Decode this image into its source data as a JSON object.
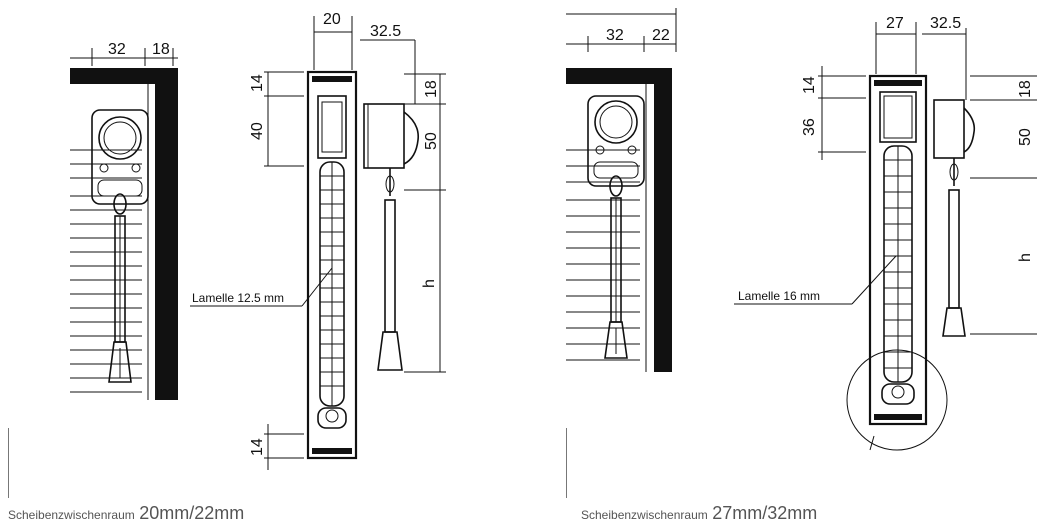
{
  "left_panel": {
    "dims": {
      "front_a": "32",
      "front_b": "18",
      "top_width": "20",
      "side_offset": "32.5",
      "v_top": "14",
      "v_head": "40",
      "v_motor_a": "18",
      "v_motor_b": "50",
      "v_h": "h",
      "v_bottom": "14"
    },
    "callout": "Lamelle 12.5 mm",
    "caption_word": "Scheibenzwischenraum",
    "caption_size": "20mm/22mm"
  },
  "right_panel": {
    "dims": {
      "front_a": "32",
      "front_b": "22",
      "top_width": "27",
      "side_offset": "32.5",
      "v_top": "14",
      "v_head": "36",
      "v_motor_a": "18",
      "v_motor_b": "50",
      "v_h": "h"
    },
    "callout": "Lamelle 16 mm",
    "caption_word": "Scheibenzwischenraum",
    "caption_size": "27mm/32mm"
  }
}
